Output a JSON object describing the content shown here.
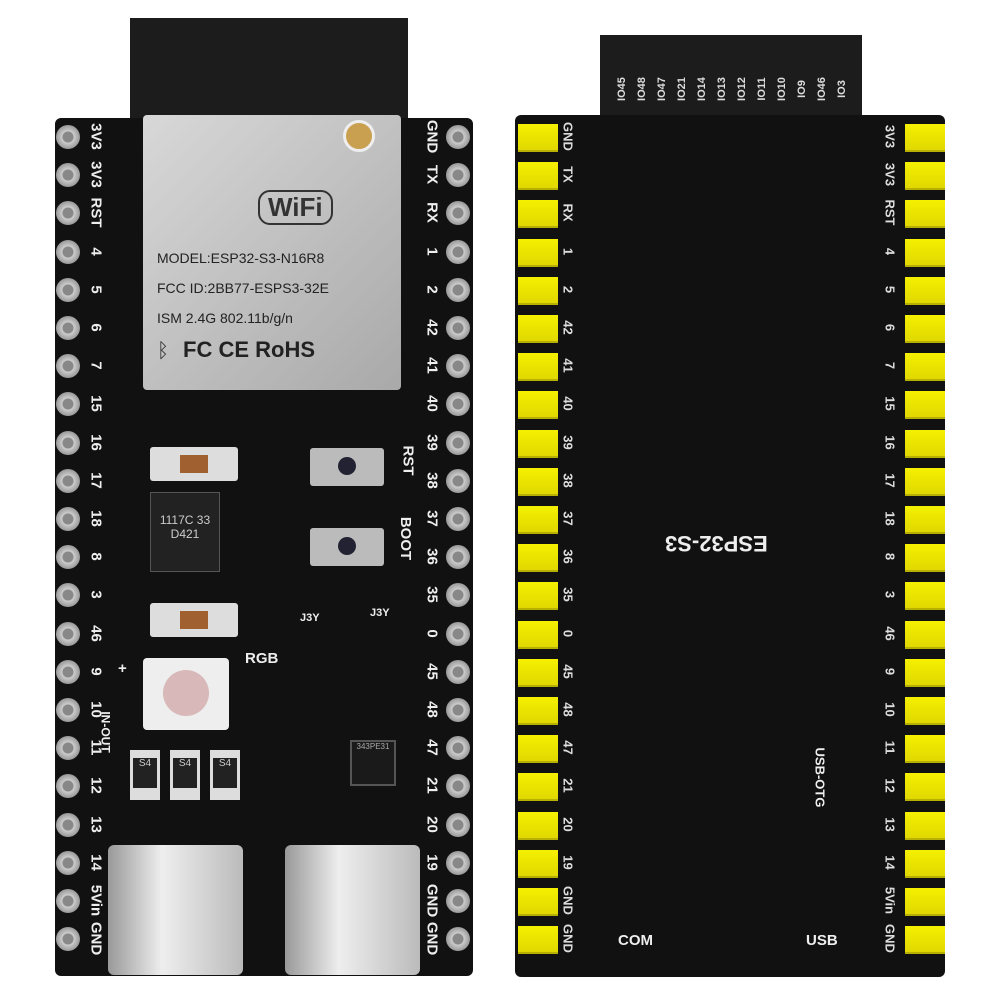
{
  "front": {
    "left_pins": [
      "3V3",
      "3V3",
      "RST",
      "4",
      "5",
      "6",
      "7",
      "15",
      "16",
      "17",
      "18",
      "8",
      "3",
      "46",
      "9",
      "10",
      "11",
      "12",
      "13",
      "14",
      "5Vin",
      "GND"
    ],
    "right_pins": [
      "GND",
      "TX",
      "RX",
      "1",
      "2",
      "42",
      "41",
      "40",
      "39",
      "38",
      "37",
      "36",
      "35",
      "0",
      "45",
      "48",
      "47",
      "21",
      "20",
      "19",
      "GND",
      "GND"
    ],
    "module": {
      "logo": "WiFi",
      "model": "MODEL:ESP32-S3-N16R8",
      "fcc": "FCC ID:2BB77-ESPS3-32E",
      "ism": "ISM 2.4G 802.11b/g/n",
      "certs": "FC CE RoHS"
    },
    "rst_label": "RST",
    "boot_label": "BOOT",
    "rgb_label": "RGB",
    "inout_label": "IN-OUT",
    "plus": "+",
    "regulator": "1117C 33 D421",
    "j3y": "J3Y",
    "diode": "S4",
    "chip": "343PE31"
  },
  "back": {
    "top_labels": [
      "IO45",
      "IO48",
      "IO47",
      "IO21",
      "IO14",
      "IO13",
      "IO12",
      "IO11",
      "IO10",
      "IO9",
      "IO46",
      "IO3"
    ],
    "left_labels": [
      "GND",
      "TX",
      "RX",
      "1",
      "2",
      "42",
      "41",
      "40",
      "39",
      "38",
      "37",
      "36",
      "35",
      "0",
      "45",
      "48",
      "47",
      "21",
      "20",
      "19",
      "GND",
      "GND"
    ],
    "right_labels": [
      "3V3",
      "3V3",
      "RST",
      "4",
      "5",
      "6",
      "7",
      "15",
      "16",
      "17",
      "18",
      "8",
      "3",
      "46",
      "9",
      "10",
      "11",
      "12",
      "13",
      "14",
      "5Vin",
      "GND"
    ],
    "chip_label": "ESP32-S3",
    "usb_otg": "USB-OTG",
    "com": "COM",
    "usb": "USB"
  },
  "colors": {
    "pcb": "#111111",
    "header": "#f0e800",
    "module": "#c0c0c0"
  }
}
